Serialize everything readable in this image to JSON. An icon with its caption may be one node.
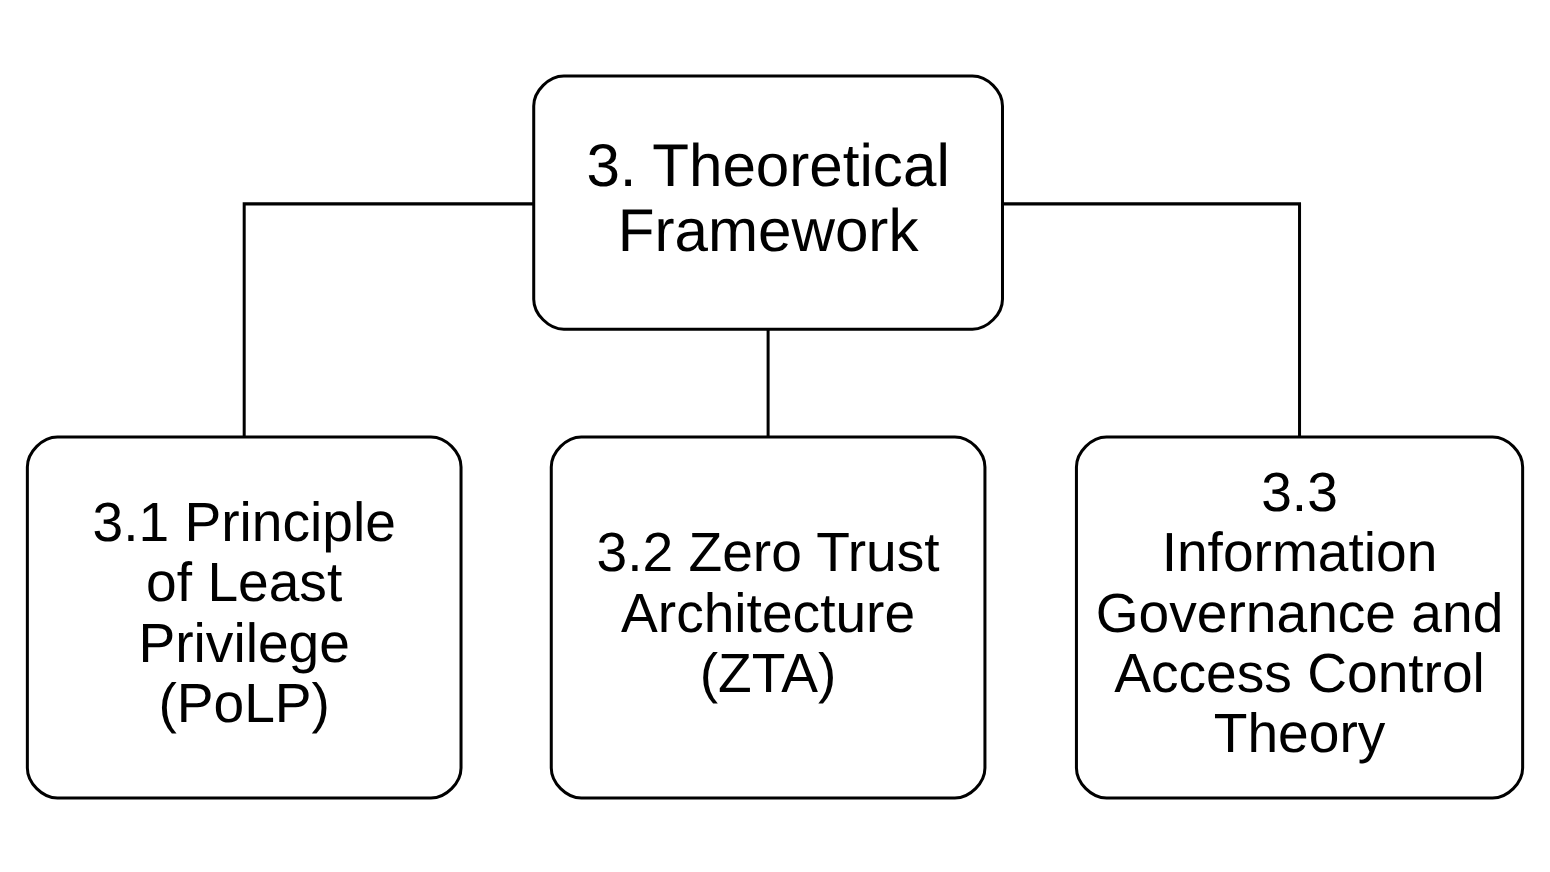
{
  "diagram": {
    "nodes": [
      {
        "text": [
          "3. Theoretical Framework"
        ]
      },
      {
        "text": [
          "3.1 Principle of Least Privilege (PoLP)"
        ]
      },
      {
        "text": [
          "3.2 Zero Trust Architecture (ZTA)"
        ]
      },
      {
        "text": [
          "3.3 Information Governance and Access Control Theory"
        ]
      }
    ],
    "edges": [
      {
        "from": 0,
        "to": 1,
        "arrow": "none"
      },
      {
        "from": 0,
        "to": 2,
        "arrow": "none"
      },
      {
        "from": 0,
        "to": 3,
        "arrow": "none"
      }
    ]
  }
}
